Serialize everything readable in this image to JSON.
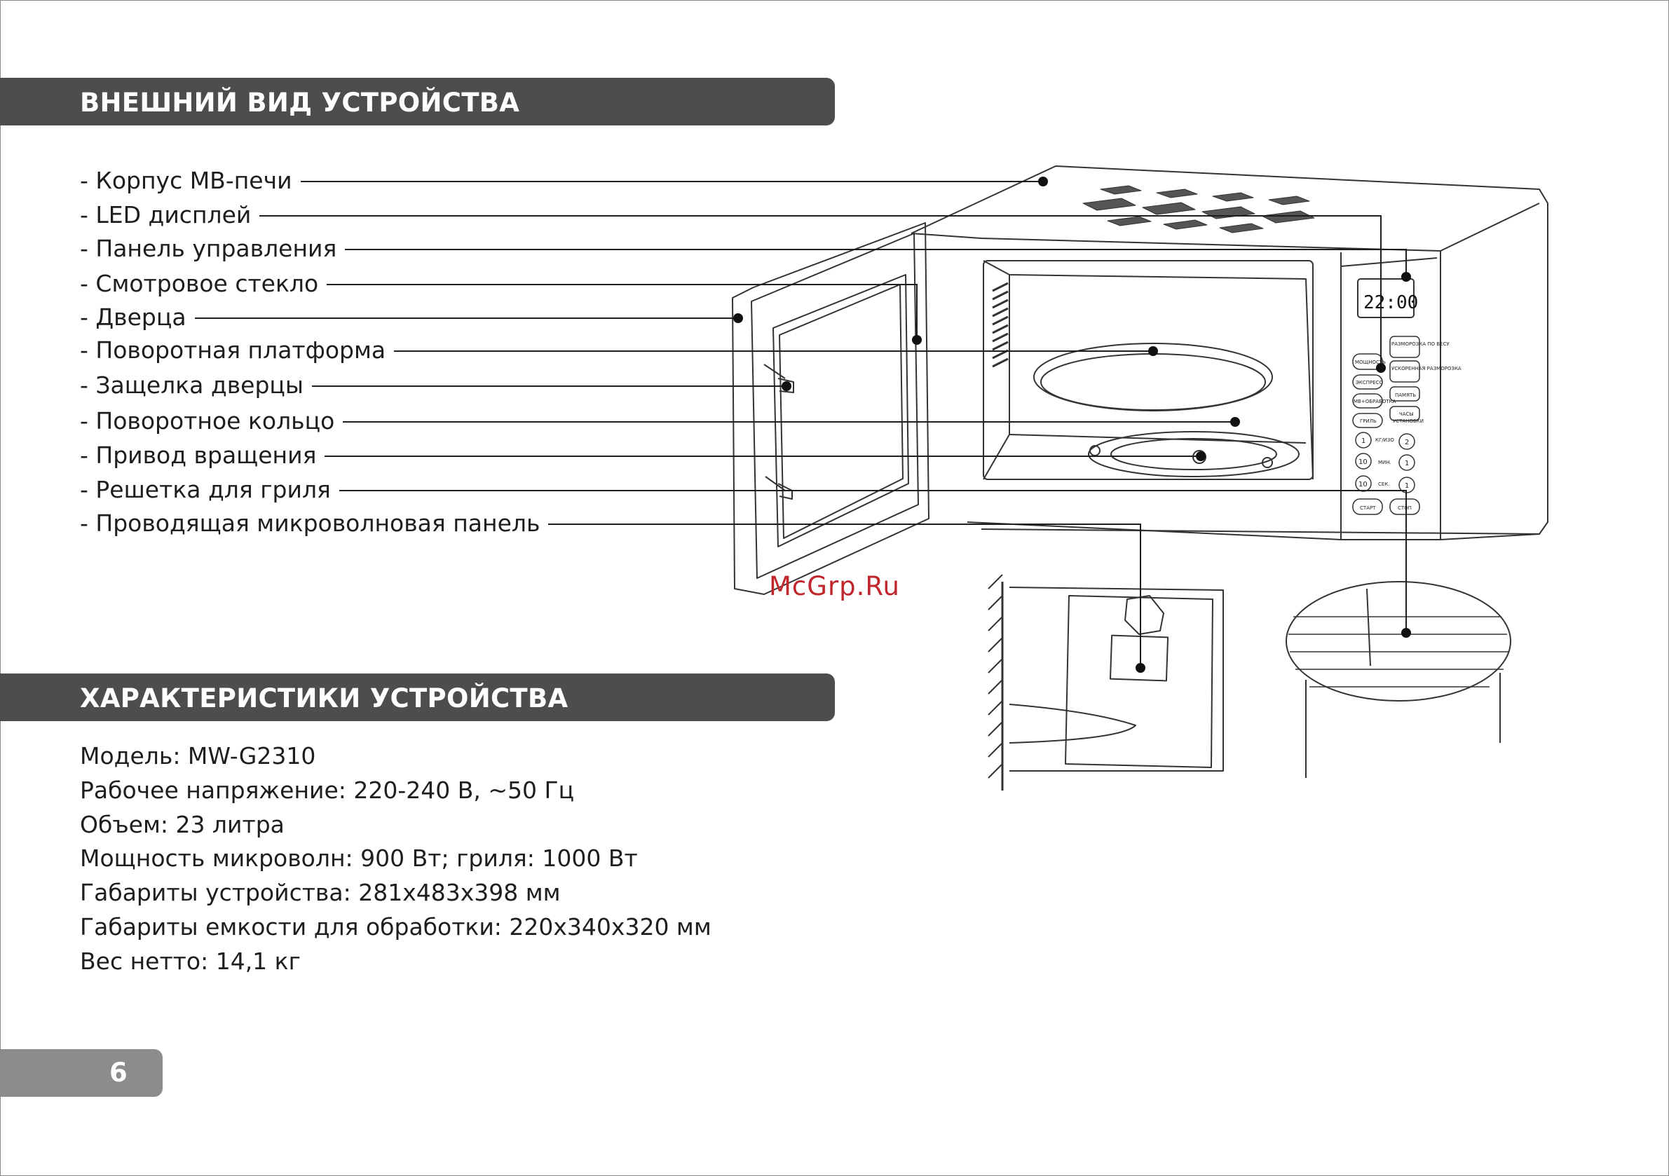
{
  "sections": {
    "exterior_title": "ВНЕШНИЙ ВИД  УСТРОЙСТВА",
    "specs_title": "ХАРАКТЕРИСТИКИ УСТРОЙСТВА"
  },
  "parts": [
    "- Корпус МВ-печи",
    "- LED дисплей",
    "- Панель управления",
    "- Смотровое стекло",
    "- Дверца",
    "- Поворотная платформа",
    "- Защелка дверцы",
    "- Поворотное кольцо",
    "- Привод вращения",
    "- Решетка для гриля",
    "- Проводящая микроволновая панель"
  ],
  "display": {
    "time": "22:00"
  },
  "panel_labels": {
    "power": "МОЩНОСТЬ",
    "defrost_weight": "РАЗМОРОЗКА ПО ВЕСУ",
    "quick_defrost": "УСКОРЕННАЯ РАЗМОРОЗКА",
    "express": "ЭКСПРЕСС",
    "memory": "ПАМЯТЬ",
    "mw_grill": "МВ+ОБРАБОТКА",
    "clock": "ЧАСЫ",
    "grill": "ГРИЛЬ",
    "settings": "УСТАНОВКИ",
    "weight": "КГ/ИЗО",
    "min": "МИН.",
    "sec": "СЕК.",
    "start": "СТАРТ",
    "stop": "СТОП",
    "knob_1": "1",
    "knob_2": "2",
    "knob_10a": "10",
    "knob_1b": "1",
    "knob_10b": "10",
    "knob_1c": "1"
  },
  "watermark": "McGrp.Ru",
  "specs": [
    "Модель: MW-G2310",
    "Рабочее напряжение: 220-240 В, ~50 Гц",
    "Объем: 23 литра",
    "Мощность микроволн: 900 Вт; гриля: 1000 Вт",
    "Габариты устройства: 281x483x398 мм",
    "Габариты емкости для обработки: 220x340x320 мм",
    "Вес нетто: 14,1 кг"
  ],
  "page_number": "6"
}
